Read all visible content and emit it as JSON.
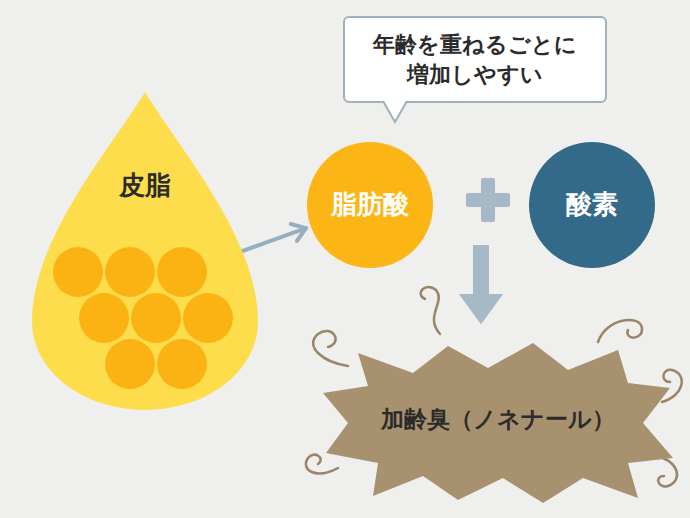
{
  "diagram": {
    "nodes": [
      {
        "text": [
          "皮脂"
        ]
      },
      {
        "text": [
          "年齢を重ねるごとに 増加しやすい"
        ]
      },
      {
        "text": [
          "脂肪酸"
        ]
      },
      {
        "text": [
          "酸素"
        ]
      },
      {
        "text": [
          "加齢臭（ノネナール）"
        ]
      }
    ],
    "edges": [
      {
        "from": 0,
        "to": 2,
        "arrow": "to"
      },
      {
        "from": 2,
        "to": 4,
        "arrow": "to"
      },
      {
        "from": 3,
        "to": 4,
        "arrow": "to"
      }
    ]
  }
}
